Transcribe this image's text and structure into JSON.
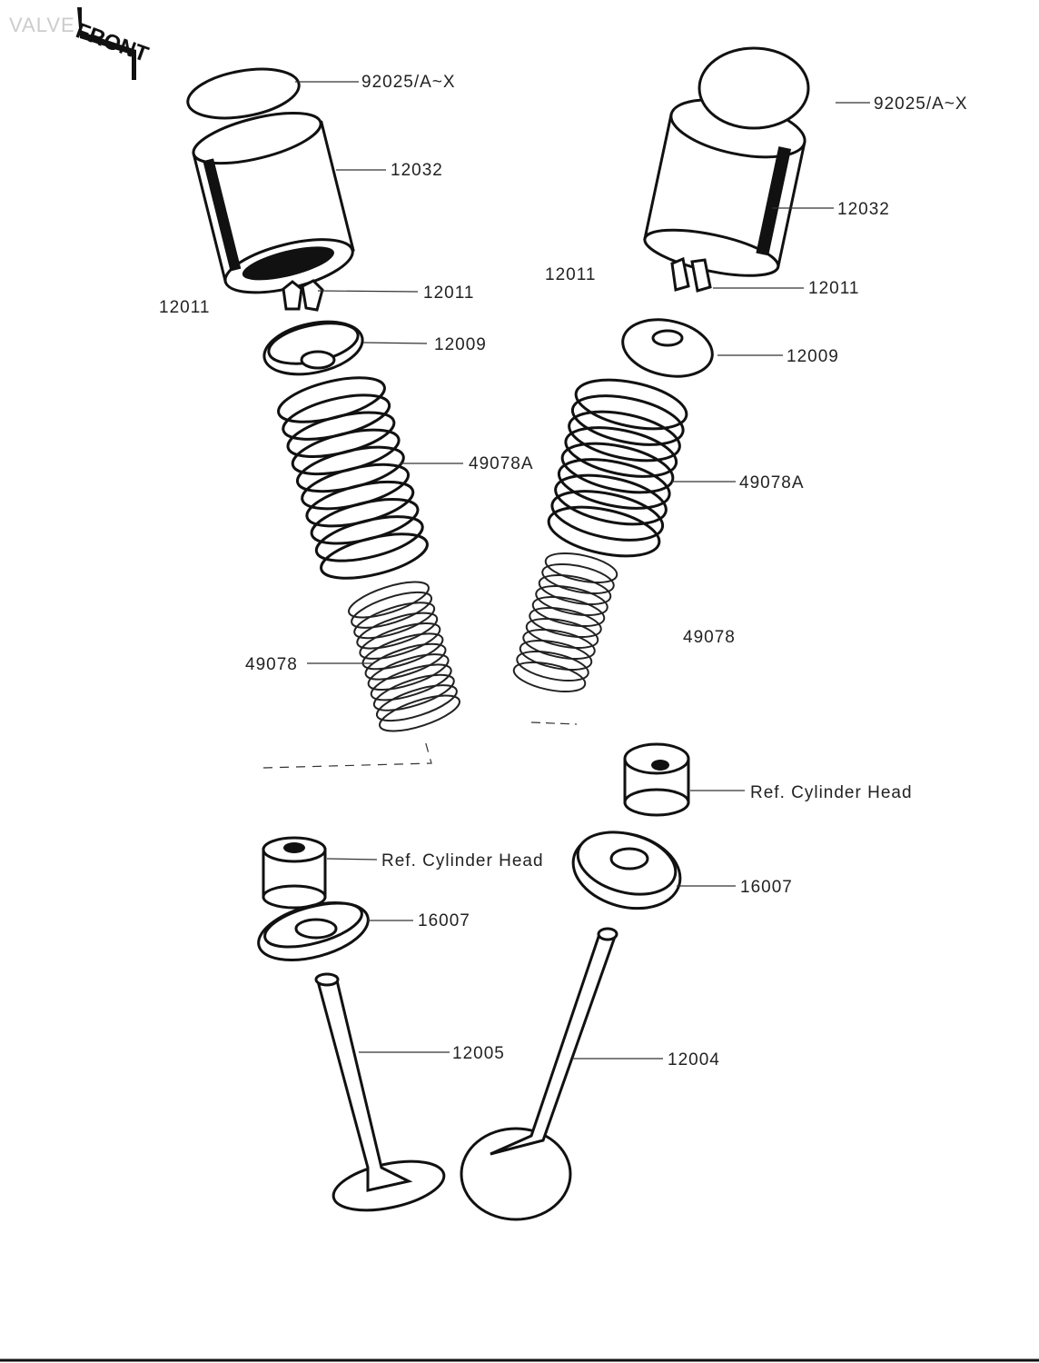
{
  "header": {
    "view_label": "VALVE",
    "front_label": "FRONT"
  },
  "labels": {
    "left_shim": "92025/A~X",
    "right_shim": "92025/A~X",
    "left_tappet": "12032",
    "right_tappet": "12032",
    "left_keeper_a": "12011",
    "left_keeper_b": "12011",
    "right_keeper_a": "12011",
    "right_keeper_b": "12011",
    "left_retainer": "12009",
    "right_retainer": "12009",
    "left_outer_spring": "49078A",
    "right_outer_spring": "49078A",
    "left_inner_spring": "49078",
    "right_inner_spring": "49078",
    "left_guide_ref": "Ref. Cylinder Head",
    "right_guide_ref": "Ref. Cylinder Head",
    "left_seal": "16007",
    "right_seal": "16007",
    "left_valve": "12005",
    "right_valve": "12004"
  }
}
